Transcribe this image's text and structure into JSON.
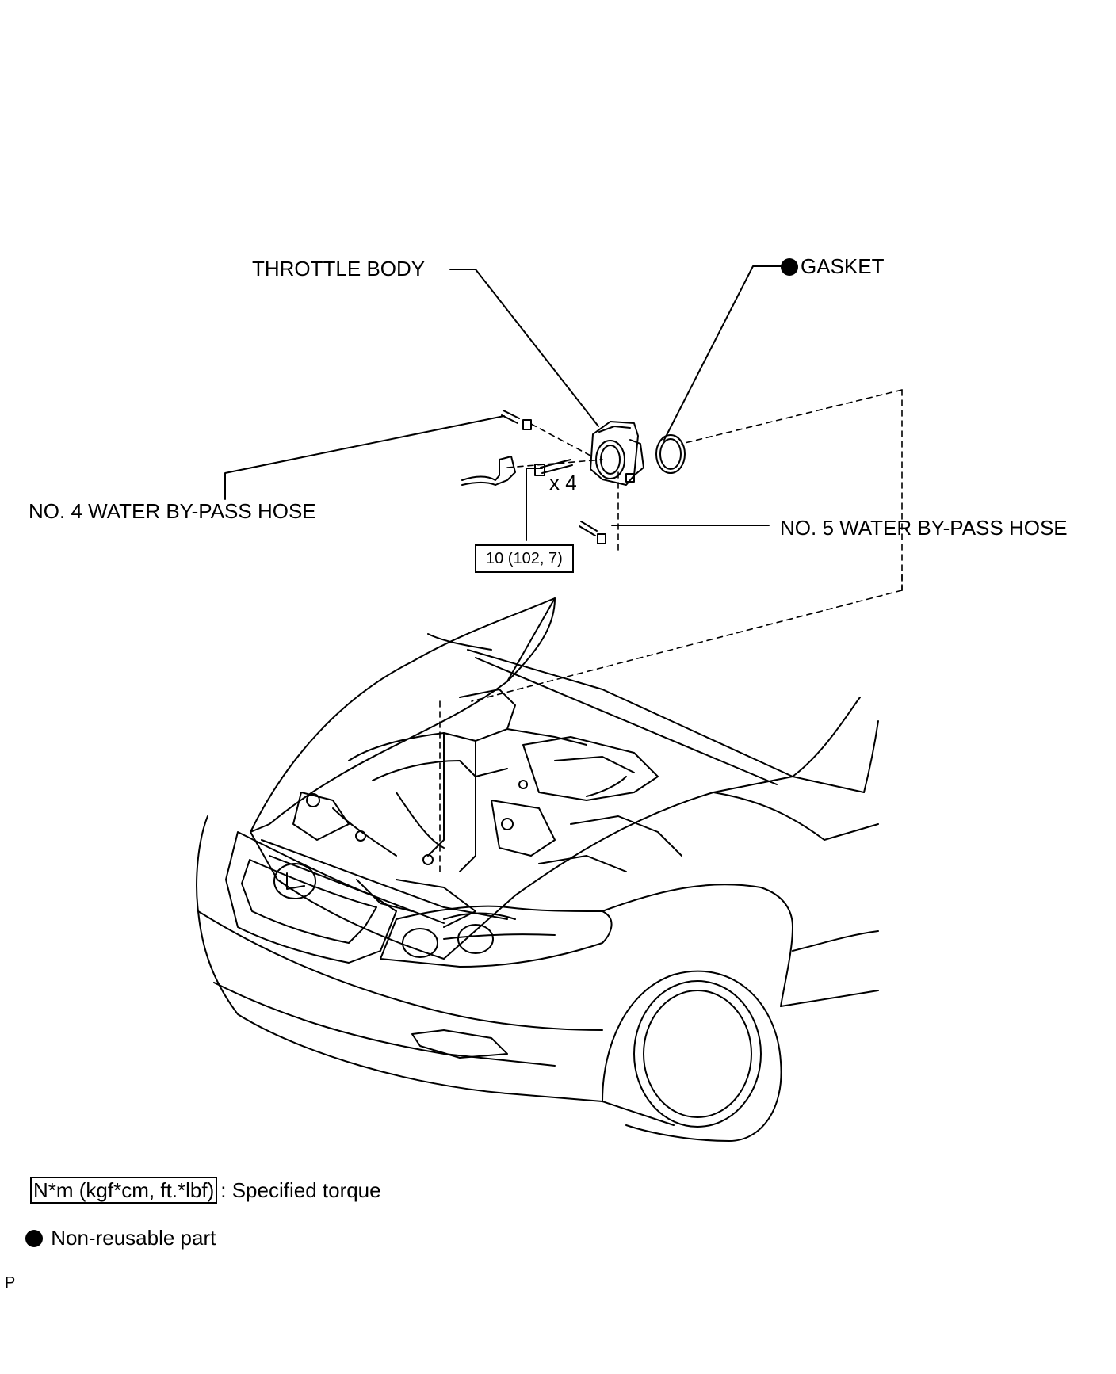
{
  "labels": {
    "throttle_body": "THROTTLE BODY",
    "gasket": "GASKET",
    "hose4": "NO. 4 WATER BY-PASS HOSE",
    "hose5": "NO. 5 WATER BY-PASS HOSE",
    "quantity": "x 4",
    "torque_value": "10 (102, 7)"
  },
  "legend": {
    "torque_unit": "N*m (kgf*cm, ft.*lbf)",
    "torque_desc": ": Specified torque",
    "nonreusable_desc": "Non-reusable part"
  },
  "footer_code": "P",
  "icons": {
    "non_reusable_marker": "filled-circle-icon"
  },
  "colors": {
    "ink": "#000000",
    "paper": "#ffffff"
  }
}
